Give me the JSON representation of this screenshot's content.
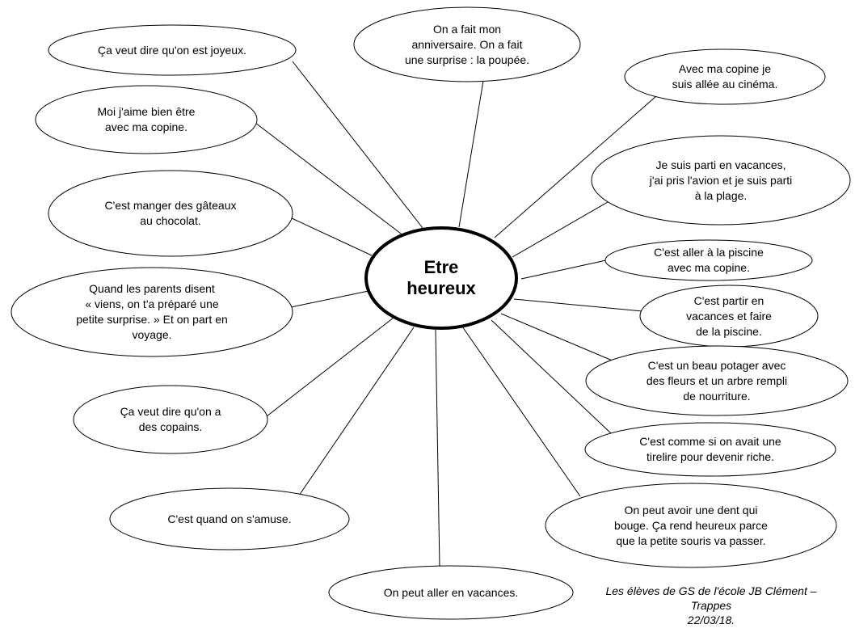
{
  "center": {
    "label": "Etre\nheureux"
  },
  "bubbles": [
    {
      "id": "joyeux",
      "text": "Ça veut dire qu'on est joyeux."
    },
    {
      "id": "anniversaire",
      "text": "On a fait mon\nanniversaire.  On a fait\nune surprise : la poupée."
    },
    {
      "id": "cinema",
      "text": "Avec ma copine je\nsuis allée au cinéma."
    },
    {
      "id": "copine",
      "text": "Moi j'aime bien être\navec ma copine."
    },
    {
      "id": "avion-plage",
      "text": "Je suis parti en vacances,\nj'ai pris l'avion et je suis parti\nà la plage."
    },
    {
      "id": "gateaux",
      "text": "C'est manger des gâteaux\nau chocolat."
    },
    {
      "id": "piscine-copine",
      "text": "C'est aller à la piscine\navec ma copine."
    },
    {
      "id": "surprise-voyage",
      "text": "Quand les parents disent\n« viens, on t'a préparé une\npetite surprise. » Et on part en\nvoyage."
    },
    {
      "id": "vacances-piscine",
      "text": "C'est partir en\nvacances et faire\nde la piscine."
    },
    {
      "id": "potager",
      "text": "C'est un beau potager avec\ndes fleurs et un  arbre rempli\nde nourriture."
    },
    {
      "id": "copains",
      "text": "Ça veut dire qu'on a\ndes copains."
    },
    {
      "id": "tirelire",
      "text": "C'est comme si on avait une\ntirelire pour devenir riche."
    },
    {
      "id": "amuse",
      "text": "C'est quand on s'amuse."
    },
    {
      "id": "dent",
      "text": "On peut avoir une dent qui\nbouge. Ça rend heureux  parce\nque la petite souris va passer."
    },
    {
      "id": "vacances",
      "text": "On peut aller en vacances."
    }
  ],
  "credit": {
    "text": "Les élèves de GS de l'école JB Clément –\nTrappes\n22/03/18."
  }
}
